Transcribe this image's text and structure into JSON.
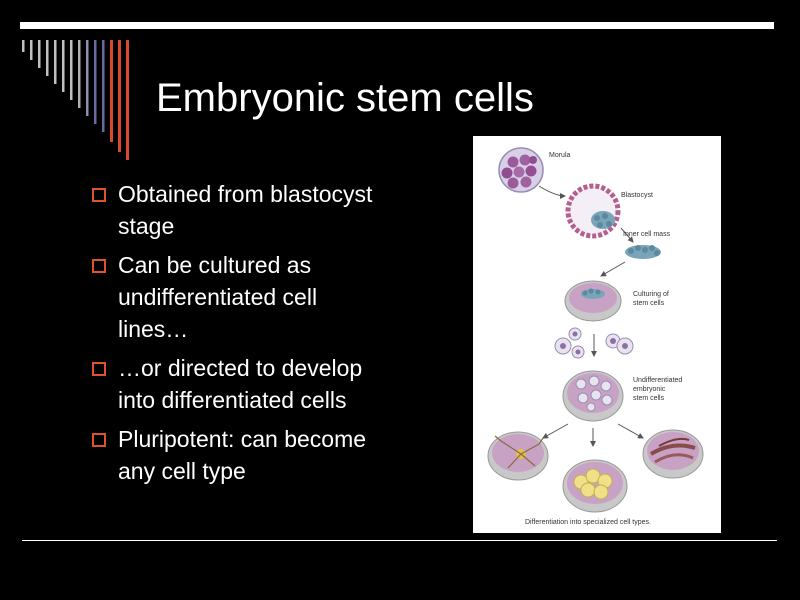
{
  "slide": {
    "title": "Embryonic stem cells",
    "bullets": [
      "Obtained from blastocyst stage",
      "Can be cultured as undifferentiated cell lines…",
      "…or directed to develop into differentiated cells",
      "Pluripotent: can become any cell type"
    ]
  },
  "figure": {
    "labels": {
      "morula": "Morula",
      "blastocyst": "Blastocyst",
      "inner_cell_mass": "Inner cell mass",
      "culturing_1": "Culturing of",
      "culturing_2": "stem cells",
      "undiff_1": "Undifferentiated",
      "undiff_2": "embryonic",
      "undiff_3": "stem cells",
      "caption": "Differentiation into specialized cell types."
    }
  },
  "colors": {
    "background": "#000000",
    "text": "#ffffff",
    "bullet_accent": "#e0522d",
    "stripe_gray": "#bfbfbf",
    "stripe_violet": "#6a6a9e",
    "stripe_red": "#d84a2a"
  }
}
